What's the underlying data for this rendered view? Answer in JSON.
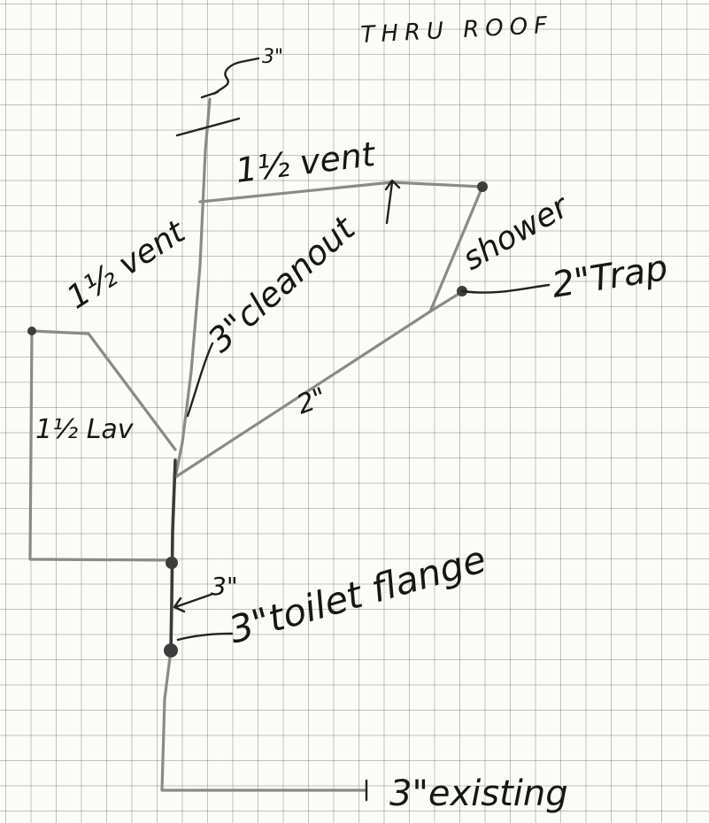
{
  "labels": {
    "vent_top_size": "3\"",
    "thru_roof": "THRU ROOF",
    "vent_right": "1½ vent",
    "vent_left": "1½ vent",
    "cleanout": "3\"cleanout",
    "shower": "shower",
    "trap": "2\"Trap",
    "lav": "1½ Lav",
    "branch_size": "2\"",
    "flange_pipe_size": "3\"",
    "toilet_flange": "3\"toilet flange",
    "existing": "3\"existing"
  }
}
